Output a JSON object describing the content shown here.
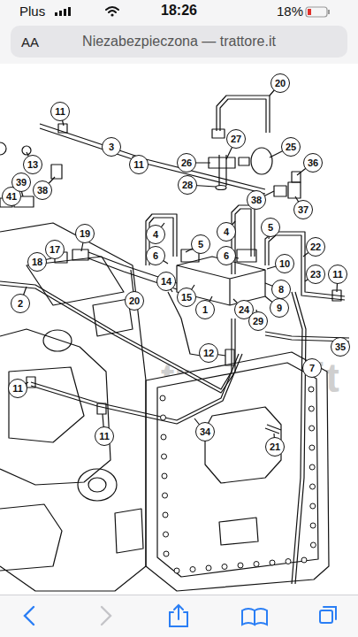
{
  "diagram": {
    "nodes": [
      {
        "text": [
          "AA",
          "Niezabezpieczona — trattore.it"
        ]
      },
      {
        "text": [
          "11"
        ]
      },
      {
        "text": [
          "13"
        ]
      },
      {
        "text": [
          "3"
        ]
      },
      {
        "text": [
          "11"
        ]
      },
      {
        "text": [
          "20"
        ]
      },
      {
        "text": [
          "27"
        ]
      },
      {
        "text": [
          "25"
        ]
      },
      {
        "text": [
          "26"
        ]
      },
      {
        "text": [
          "36"
        ]
      },
      {
        "text": [
          "28"
        ]
      },
      {
        "text": [
          "41"
        ]
      },
      {
        "text": [
          "39"
        ]
      },
      {
        "text": [
          "38"
        ]
      },
      {
        "text": [
          "38"
        ]
      },
      {
        "text": [
          "37"
        ]
      },
      {
        "text": [
          "5"
        ]
      },
      {
        "text": [
          "4"
        ]
      },
      {
        "text": [
          "4"
        ]
      },
      {
        "text": [
          "5"
        ]
      },
      {
        "text": [
          "22"
        ]
      },
      {
        "text": [
          "19"
        ]
      },
      {
        "text": [
          "17"
        ]
      },
      {
        "text": [
          "18"
        ]
      },
      {
        "text": [
          "6"
        ]
      },
      {
        "text": [
          "6"
        ]
      },
      {
        "text": [
          "10"
        ]
      },
      {
        "text": [
          "23"
        ]
      },
      {
        "text": [
          "11"
        ]
      },
      {
        "text": [
          "14"
        ]
      },
      {
        "text": [
          "8"
        ]
      },
      {
        "text": [
          "20"
        ]
      },
      {
        "text": [
          "15"
        ]
      },
      {
        "text": [
          "1"
        ]
      },
      {
        "text": [
          "9"
        ]
      },
      {
        "text": [
          "2"
        ]
      },
      {
        "text": [
          "24"
        ]
      },
      {
        "text": [
          "29"
        ]
      },
      {
        "text": [
          "12"
        ]
      },
      {
        "text": [
          "35"
        ]
      },
      {
        "text": [
          "7"
        ]
      },
      {
        "text": [
          "11"
        ]
      },
      {
        "text": [
          "11"
        ]
      },
      {
        "text": [
          "34"
        ]
      },
      {
        "text": [
          "21"
        ]
      }
    ],
    "labels": [
      "Plus",
      "18:26",
      "18%",
      "trattore.it"
    ]
  }
}
